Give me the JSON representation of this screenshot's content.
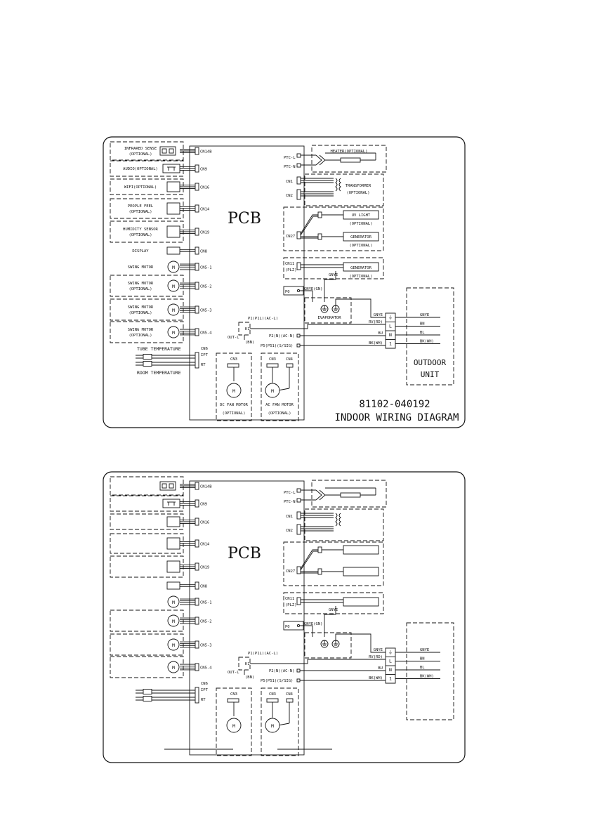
{
  "panels": [
    {
      "pcb_label": "PCB",
      "left_components": [
        {
          "label": "INFRARED SENSE",
          "sub": "(OPTIONAL)",
          "connector": "CN14B"
        },
        {
          "label": "AUDIO(OPTIONAL)",
          "sub": "",
          "connector": "CN9"
        },
        {
          "label": "WIFI(OPTIONAL)",
          "sub": "",
          "connector": "CN16"
        },
        {
          "label": "PEOPLE FEEL",
          "sub": "(OPTIONAL)",
          "connector": "CN14"
        },
        {
          "label": "HUMIDITY SENSOR",
          "sub": "(OPTIONAL)",
          "connector": "CN19"
        },
        {
          "label": "DISPLAY",
          "sub": "",
          "connector": "CN8"
        },
        {
          "label": "SWING MOTOR",
          "sub": "",
          "connector": "CN5-1"
        },
        {
          "label": "SWING MOTOR",
          "sub": "(OPTIONAL)",
          "connector": "CN5-2"
        },
        {
          "label": "SWING MOTOR",
          "sub": "(OPTIONAL)",
          "connector": "CN5-3"
        },
        {
          "label": "SWING MOTOR",
          "sub": "(OPTIONAL)",
          "connector": "CN5-4"
        }
      ],
      "sensors": {
        "connector": "CN6",
        "tube": "TUBE TEMPERATURE",
        "room": "ROOM TEMPERATURE",
        "ipt": "IPT",
        "rt": "RT"
      },
      "right": {
        "ptc_l": "PTC-L",
        "ptc_n": "PTC-N",
        "heater": "HEATER(OPTIONAL)",
        "cn1": "CN1",
        "cn2": "CN2",
        "transformer": "TRANSFORMER",
        "transformer_sub": "(OPTIONAL)",
        "cn27": "CN27",
        "uv": "UV LIGHT",
        "uv_sub": "(OPTIONAL)",
        "gen1": "GENERATOR",
        "gen1_sub": "(OPTIONAL)",
        "cn11": "CN11",
        "cn11_sub": "(PLZ)",
        "gen2": "GENERATOR",
        "gen2_sub": "(OPTIONAL)",
        "gnye_top": "GNYE",
        "p0": "P0",
        "p0_wire": "GNYE(GN)",
        "evaporator": "EVAPORATOR"
      },
      "terminal": {
        "p1": "P1(P1L)(AC-L)",
        "k1": "K1",
        "out": "OUT-L",
        "bn": "(BN)",
        "p2": "P2(N)(AC-N)",
        "p5": "P5(P51)(S/SIG)",
        "wires_left": [
          "GNYE",
          "RV(RD)",
          "BU",
          "BK(WH)"
        ],
        "terms": [
          "⏚",
          "L",
          "N",
          "1"
        ],
        "wires_right": [
          "GNYE",
          "BN",
          "BL",
          "BK(WH)"
        ]
      },
      "outdoor": "OUTDOOR",
      "outdoor_unit": "UNIT",
      "motors": {
        "dc_conn": "CN3",
        "dc_label": "DC FAN MOTOR",
        "dc_sub": "(OPTIONAL)",
        "ac_conn1": "CN3",
        "ac_conn2": "CN4",
        "ac_label": "AC FAN MOTOR",
        "ac_sub": "(OPTIONAL)",
        "m": "M"
      },
      "doc_number": "81102-040192",
      "doc_title": "INDOOR WIRING DIAGRAM"
    },
    {
      "pcb_label": "PCB",
      "left_components": [
        {
          "label": "",
          "sub": "",
          "connector": "CN14B"
        },
        {
          "label": "",
          "sub": "",
          "connector": "CN9"
        },
        {
          "label": "",
          "sub": "",
          "connector": "CN16"
        },
        {
          "label": "",
          "sub": "",
          "connector": "CN14"
        },
        {
          "label": "",
          "sub": "",
          "connector": "CN19"
        },
        {
          "label": "",
          "sub": "",
          "connector": "CN8"
        },
        {
          "label": "",
          "sub": "",
          "connector": "CN5-1"
        },
        {
          "label": "",
          "sub": "",
          "connector": "CN5-2"
        },
        {
          "label": "",
          "sub": "",
          "connector": "CN5-3"
        },
        {
          "label": "",
          "sub": "",
          "connector": "CN5-4"
        }
      ],
      "sensors": {
        "connector": "CN6",
        "tube": "",
        "room": "",
        "ipt": "IPT",
        "rt": "RT"
      },
      "right": {
        "ptc_l": "PTC-L",
        "ptc_n": "PTC-N",
        "heater": "",
        "cn1": "CN1",
        "cn2": "CN2",
        "transformer": "",
        "transformer_sub": "",
        "cn27": "CN27",
        "uv": "",
        "uv_sub": "",
        "gen1": "",
        "gen1_sub": "",
        "cn11": "CN11",
        "cn11_sub": "(PLZ)",
        "gen2": "",
        "gen2_sub": "",
        "gnye_top": "GNYE",
        "p0": "P0",
        "p0_wire": "GNYE(GN)",
        "evaporator": ""
      },
      "terminal": {
        "p1": "P1(P1L)(AC-L)",
        "k1": "K1",
        "out": "OUT-L",
        "bn": "(BN)",
        "p2": "P2(N)(AC-N)",
        "p5": "P5(P51)(S/SIG)",
        "wires_left": [
          "GNYE",
          "RV(RD)",
          "BU",
          "BK(WH)"
        ],
        "terms": [
          "⏚",
          "L",
          "N",
          "1"
        ],
        "wires_right": [
          "GNYE",
          "BN",
          "BL",
          "BK(WH)"
        ]
      },
      "outdoor": "",
      "outdoor_unit": "",
      "motors": {
        "dc_conn": "CN3",
        "dc_label": "",
        "dc_sub": "",
        "ac_conn1": "CN3",
        "ac_conn2": "CN4",
        "ac_label": "",
        "ac_sub": "",
        "m": "M"
      },
      "doc_number": "",
      "doc_title": ""
    }
  ]
}
